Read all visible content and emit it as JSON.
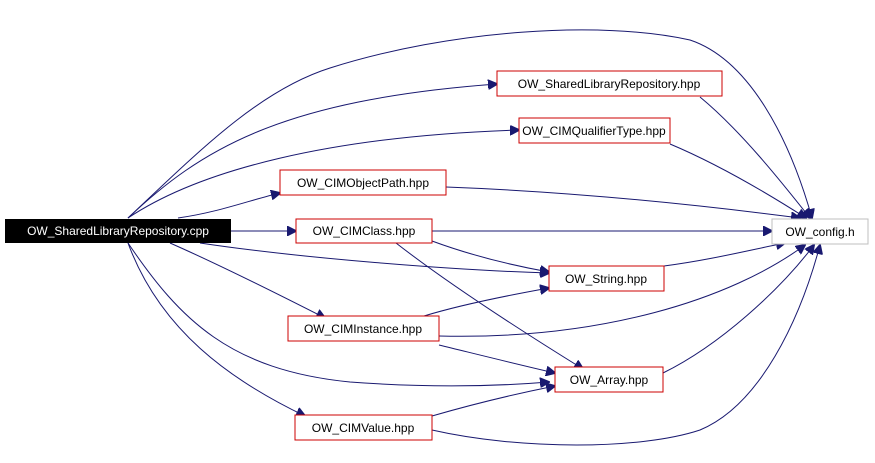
{
  "nodes": {
    "src": {
      "label": "OW_SharedLibraryRepository.cpp",
      "kind": "root"
    },
    "slr": {
      "label": "OW_SharedLibraryRepository.hpp",
      "kind": "header"
    },
    "cqt": {
      "label": "OW_CIMQualifierType.hpp",
      "kind": "header"
    },
    "cop": {
      "label": "OW_CIMObjectPath.hpp",
      "kind": "header"
    },
    "ccl": {
      "label": "OW_CIMClass.hpp",
      "kind": "header"
    },
    "cfg": {
      "label": "OW_config.h",
      "kind": "leaf"
    },
    "str": {
      "label": "OW_String.hpp",
      "kind": "header"
    },
    "cin": {
      "label": "OW_CIMInstance.hpp",
      "kind": "header"
    },
    "arr": {
      "label": "OW_Array.hpp",
      "kind": "header"
    },
    "cva": {
      "label": "OW_CIMValue.hpp",
      "kind": "header"
    }
  },
  "colors": {
    "root_fill": "#000000",
    "root_text": "#ffffff",
    "header_border": "#cc0000",
    "leaf_border": "#bfbfbf",
    "edge": "#191970"
  }
}
